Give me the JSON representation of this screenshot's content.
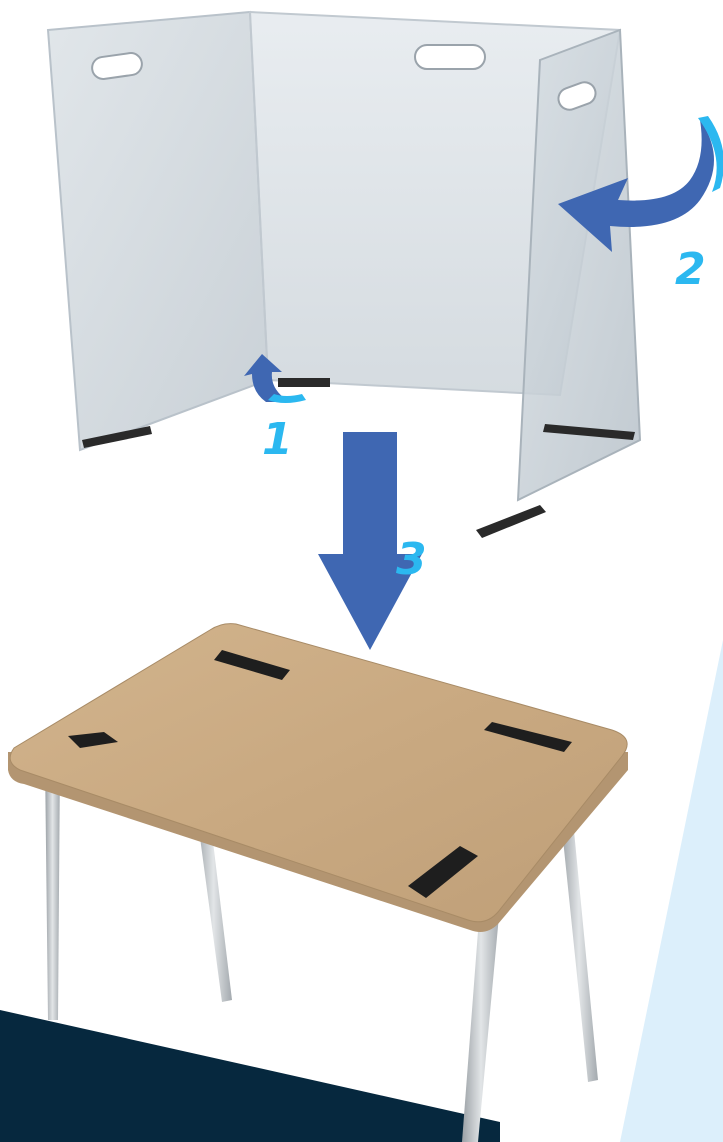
{
  "steps": [
    {
      "number": "1",
      "motion": "rotate-up"
    },
    {
      "number": "2",
      "motion": "swing-around"
    },
    {
      "number": "3",
      "motion": "lower-down"
    }
  ],
  "colors": {
    "arrow_blue": "#3f67b2",
    "arrow_light": "#2bb8f0",
    "panel_tint": "#cfd6dc",
    "desk_wood": "#c8aa85",
    "desk_edge": "#b39571",
    "pad_black": "#1e1e1e",
    "leg_metal": "#bfc3c7",
    "navy_band": "#06283e",
    "light_band": "#dceffb"
  },
  "icons": {
    "rotate_arrow": "curved-arrow-icon",
    "swing_arrow": "curved-arrow-icon",
    "down_arrow": "down-arrow-icon"
  }
}
